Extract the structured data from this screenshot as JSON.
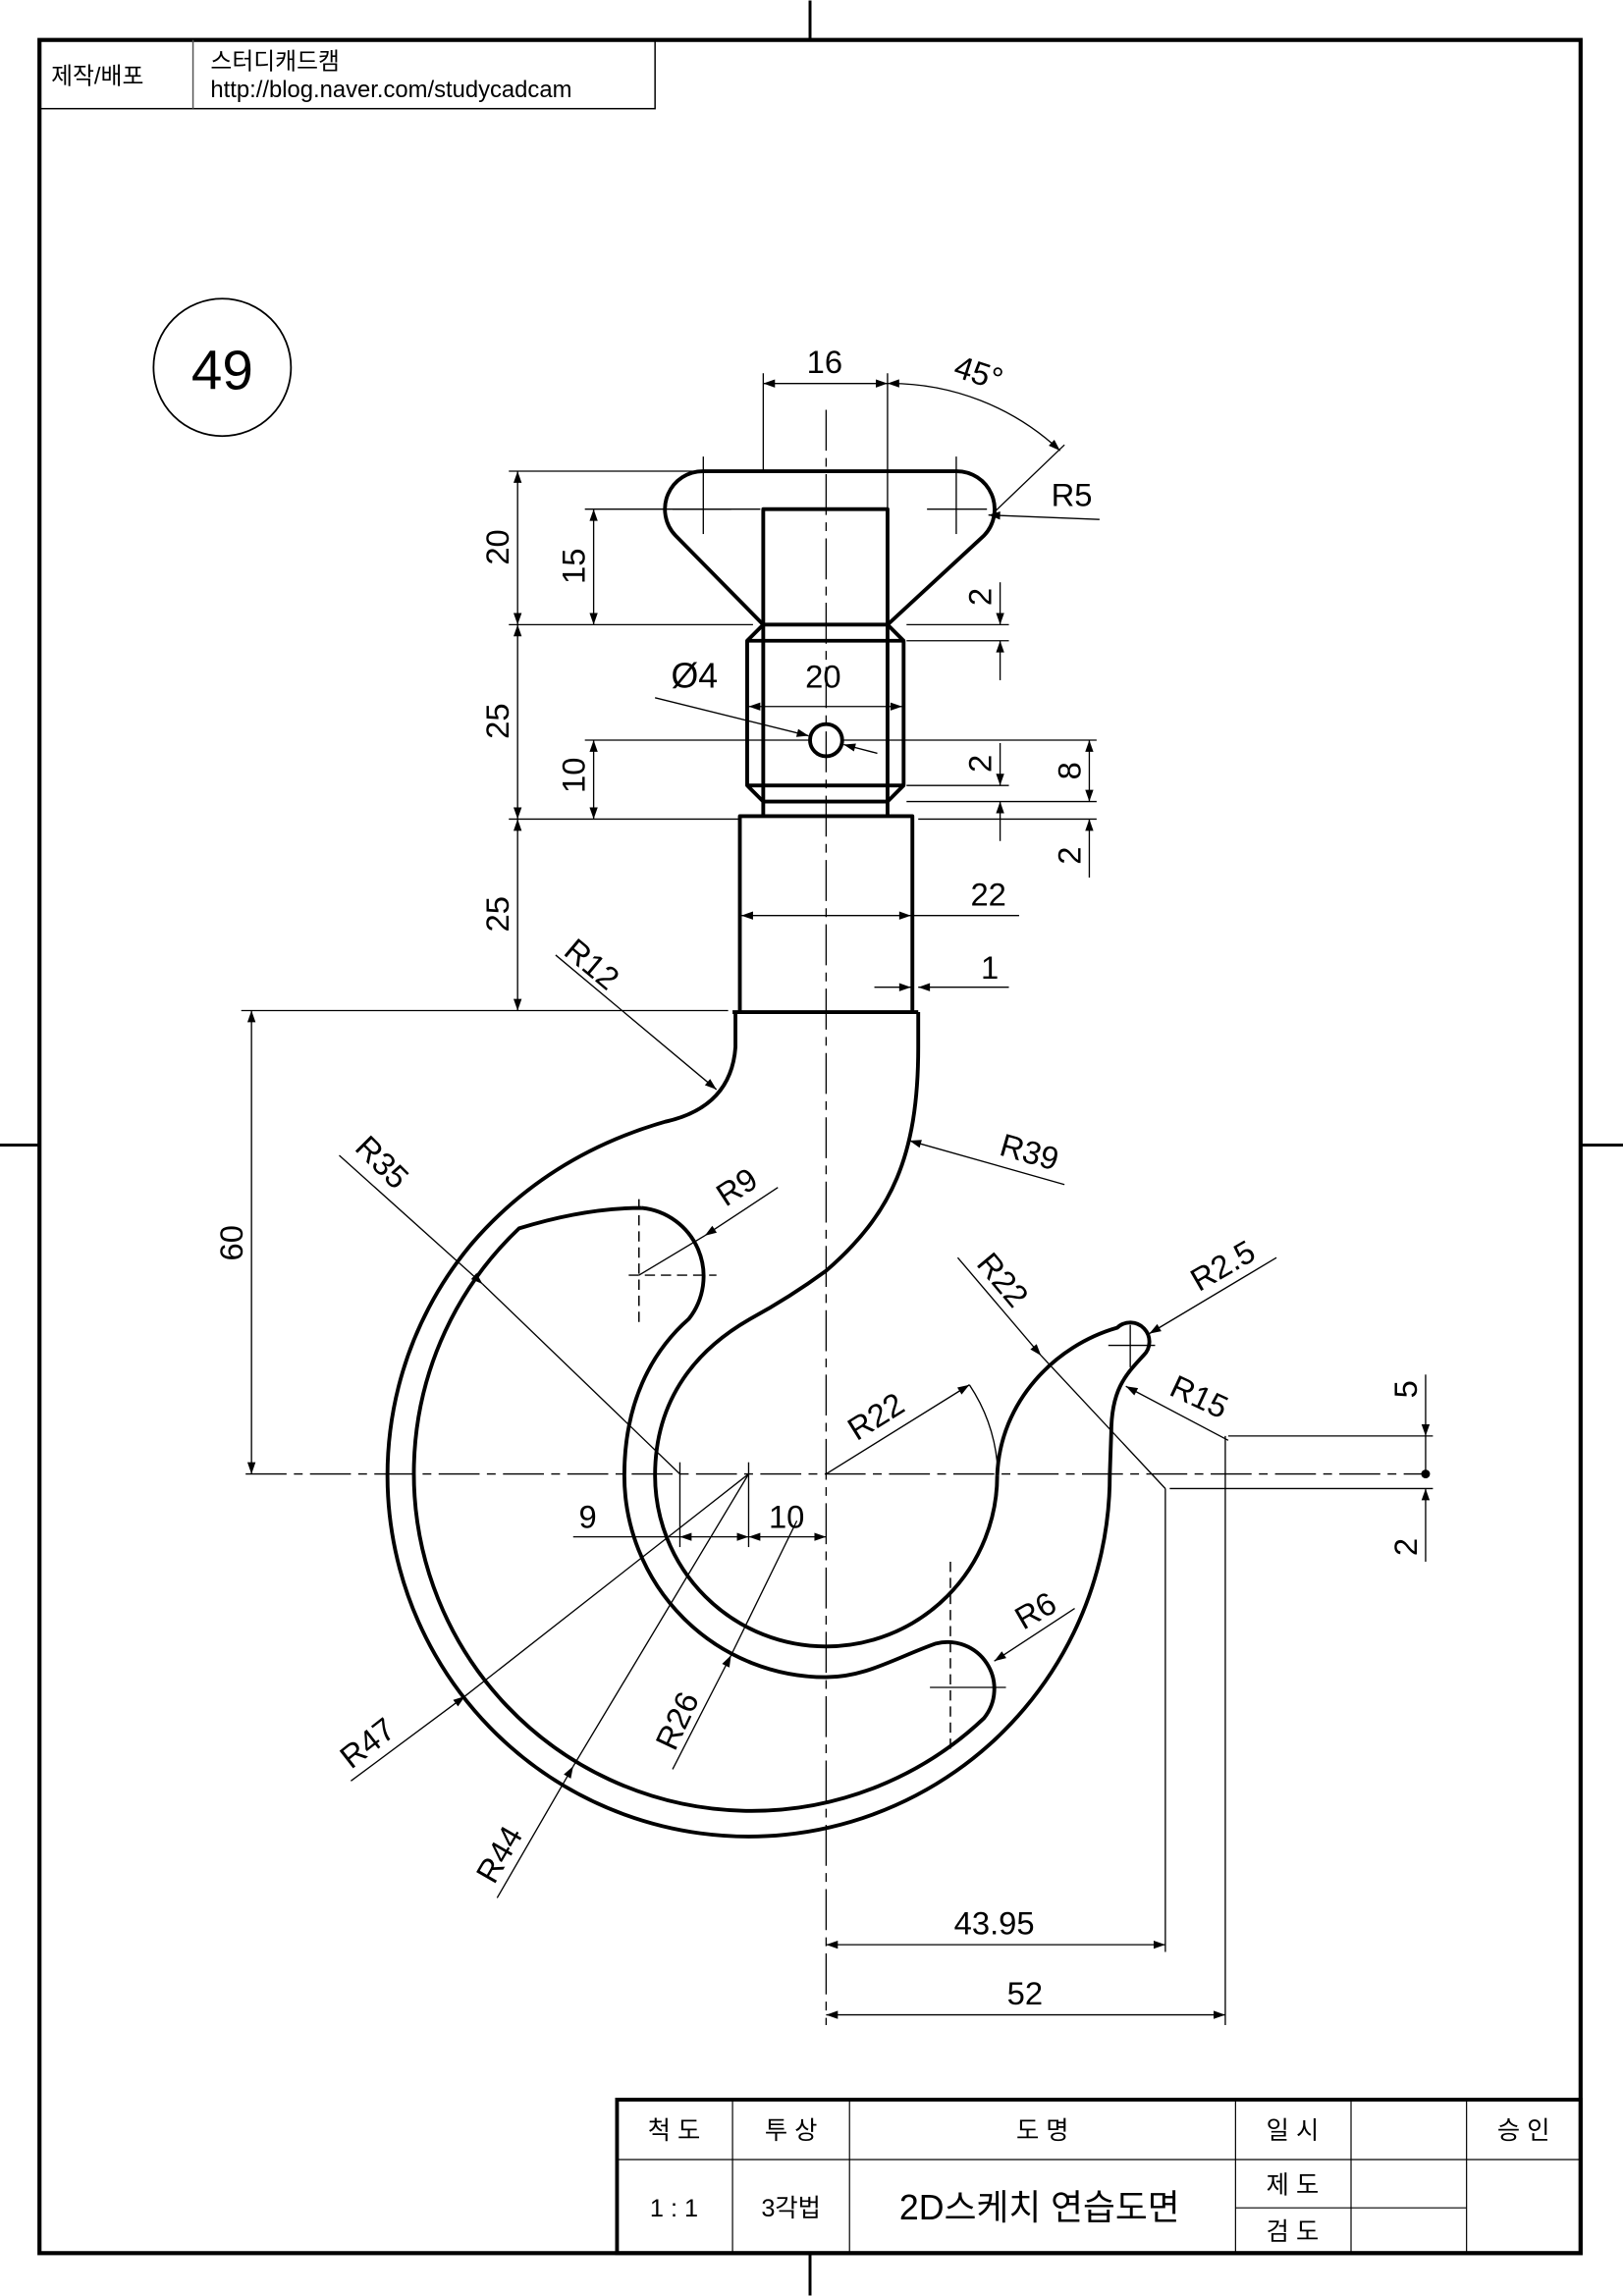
{
  "header": {
    "label": "제작/배포",
    "author": "스터디캐드캠",
    "url": "http://blog.naver.com/studycadcam"
  },
  "drawing_number": "49",
  "dimensions": {
    "top_width": "16",
    "angle": "45°",
    "wing_radius": "R5",
    "head_height": "20",
    "head_inner_height": "15",
    "thread_height": "25",
    "hole_offset": "10",
    "shank_height": "25",
    "hook_height": "60",
    "chamfer_top": "2",
    "chamfer_bottom": "2",
    "hole_to_neck": "8",
    "neck": "2",
    "hole_dia": "Ø4",
    "thread_width": "20",
    "shank_width": "22",
    "step": "1",
    "fillet": "R12",
    "neck_radius": "R39",
    "outer_radius_a": "R35",
    "notch_radius": "R9",
    "tip_outer_radius": "R22",
    "tip_radius": "R2.5",
    "tip_inner_radius": "R15",
    "inner_radius": "R22",
    "offset_9": "9",
    "offset_10": "10",
    "outer_radius": "R47",
    "slot_radius": "R26",
    "band_radius": "R44",
    "end_radius": "R6",
    "tip_height": "5",
    "tip_drop": "2",
    "tip_center": "43.95",
    "overall_reach": "52"
  },
  "title_block": {
    "scale_label": "척 도",
    "projection_label": "투 상",
    "name_label": "도 명",
    "date_label": "일 시",
    "approve_label": "승 인",
    "scale_value": "1 : 1",
    "projection_value": "3각법",
    "drawing_name": "2D스케치 연습도면",
    "drafted_label": "제 도",
    "checked_label": "검 도"
  }
}
